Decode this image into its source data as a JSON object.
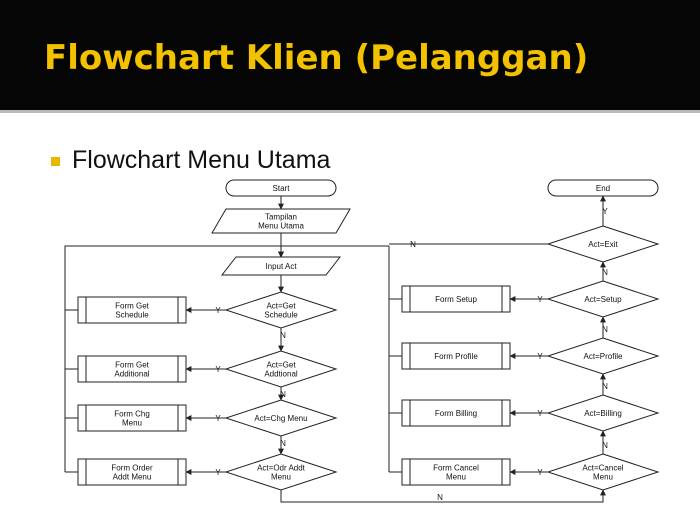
{
  "slide": {
    "title": "Flowchart Klien (Pelanggan)",
    "bullet": "Flowchart Menu Utama",
    "colors": {
      "title_bg": "#050505",
      "title_text": "#f2c200",
      "bullet": "#e8b800"
    }
  },
  "flowchart": {
    "terminals": {
      "start": "Start",
      "end": "End"
    },
    "display": [
      "Tampilan",
      "Menu Utama"
    ],
    "input": "Input Act",
    "left_decisions": [
      [
        "Act=Get",
        "Schedule"
      ],
      [
        "Act=Get",
        "Addtional"
      ],
      [
        "Act=Chg Menu"
      ],
      [
        "Act=Odr Addt",
        "Menu"
      ]
    ],
    "left_forms": [
      [
        "Form Get",
        "Schedule"
      ],
      [
        "Form Get",
        "Additional"
      ],
      [
        "Form Chg",
        "Menu"
      ],
      [
        "Form Order",
        "Addt Menu"
      ]
    ],
    "right_decisions": [
      [
        "Act=Exit"
      ],
      [
        "Act=Setup"
      ],
      [
        "Act=Profile"
      ],
      [
        "Act=Billing"
      ],
      [
        "Act=Cancel",
        "Menu"
      ]
    ],
    "right_forms": [
      [
        "Form Setup"
      ],
      [
        "Form Profile"
      ],
      [
        "Form Billing"
      ],
      [
        "Form Cancel",
        "Menu"
      ]
    ],
    "yes": "Y",
    "no": "N"
  }
}
